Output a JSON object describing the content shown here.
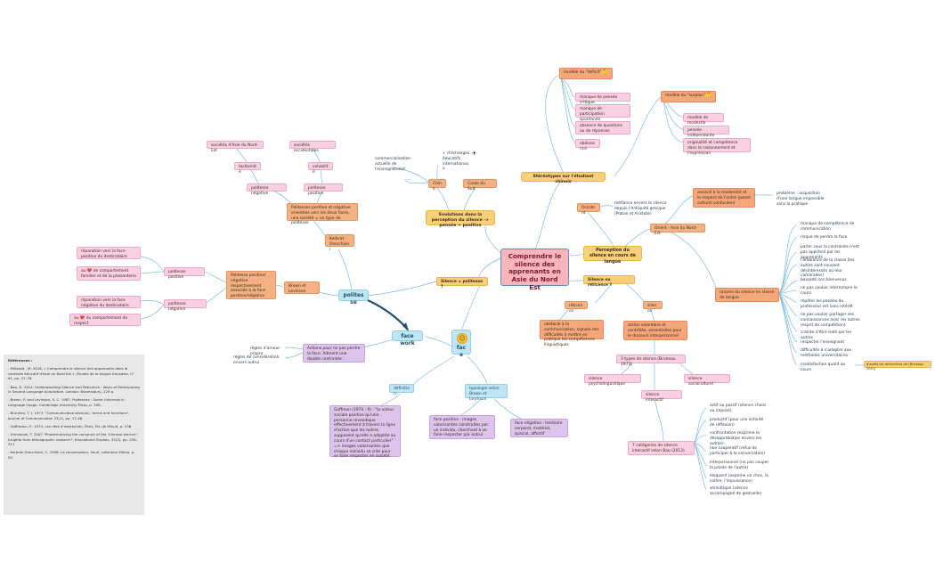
{
  "center": "Comprendre le silence des apprenants en Asie du Nord Est",
  "stereo": {
    "hub": "Stéréotypes sur l'étudiant chinois",
    "deficit": "modèle du \"déficit\"",
    "deficit_items": [
      "manque de pensée critique",
      "manque de participation spontanée",
      "absence de questions ou de réponses",
      "obéissance"
    ],
    "surplus": "modèle du \"surplus\"",
    "surplus_items": [
      "modèle de modestie",
      "pensée indépendante",
      "originalité et compétence dans le raisonnement et l'expression"
    ]
  },
  "evol": {
    "hub": "Evolutions dans la perception du silence -> pensée + positive",
    "china": "Chine",
    "korea": "Corée du Sud",
    "comm": "commercialisation actuelle de l'enseignement",
    "exch": "+ d'échanges éducatifs internationaux",
    "small": "\"\"\"\"\"\""
  },
  "perception": {
    "hub": "Perception du silence en cours de langue",
    "occident": "Occident",
    "occident_note": "méfiance envers le silence depuis l'Antiquité grecque (Platon et Aristote)",
    "orient": "Orient - Asie du Nord-Est",
    "modernite": "associé à la modernité et le respect de l'ordre (passé culturel confucéen)",
    "probleme": "problème : acquisition d'une langue impossible sans la pratique",
    "raisons_hub": "raisons du silence en classe de langue",
    "raisons": [
      "manque de compétence de communication",
      "risque de perdre la face",
      "parler sous la contrainte n'est pas apprécié par les apprenants",
      "l'ambiance de la classe (les autres sont souvent désintéressés ou leur camarades)",
      "bavardé non bienvenus",
      "ne pas vouloir interrompre le cours",
      "répéter les paroles du professeur est sans intérêt",
      "ne pas vouloir partager ses connaissances avec les autres (esprit de compétition)",
      "crainte d'être isolé par les autres",
      "respecter l'enseignant",
      "difficultés à s'adapter aux méthodes universitaires",
      "insatisfaction quant au cours"
    ],
    "enquete": "d'après les recherches de (Brinsbau 2007)"
  },
  "silence": {
    "hub": "Silence = politesse ?",
    "reticence_hub": "Silence ou réticence ?",
    "reticence": "réticence",
    "silence": "silence",
    "obstacle": "obstacle à la communication, signale des difficultés à mettre en pratique les compétences linguistiques",
    "action": "action volontaire et contrôlée, essentielles pour le discours interpersonnel",
    "types3": "3 types de silence (Bruneau 1973)",
    "psycho": "silence psycholinguistique",
    "interactif": "silence interactif",
    "socio": "silence socioculturel",
    "cat7": "7 catégories de silence interactif selon Bao (2013)",
    "categories": [
      "actif ou passif (silence choisi ou imposé)",
      "productif (pour une activité de réflexion)",
      "confrontation (exprime la désapprobation envers les autres)",
      "non coopératif (refus de participer à la conversation)",
      "interpersonnel (ne pas couper la parole de l'autre)",
      "éloquent (exprime un choc, la colère, l'impuissance)",
      "sémiotique (silence accompagné de gestuelle)"
    ]
  },
  "politesse": {
    "hub": "politesse",
    "brown": "Brown et Levinson",
    "kerbrat": "Kerbrat - Orecchioni",
    "pos_neg": "Politesse positive/ négative respectivement associée à la face positive/négative",
    "orientees": "Politesses positive et négative orientées vers les deux faces, une société = un type de politesse",
    "pos_label": "politesse positive",
    "neg_label": "politesse négative",
    "pos_items": [
      "réparation vers la face positive du destinataire",
      "au ❤️ de comportement familier et de la plaisanterie"
    ],
    "neg_items": [
      "réparation vers la face négative du destinataire",
      "au ❤️ du comportement de respect"
    ],
    "societes_asie": "sociétés d'Asie du Nord-Est",
    "taciturnite": "taciturnité",
    "pol_neg": "politesse négative",
    "societes_occ": "sociétés occidentales",
    "volubilite": "volubilité",
    "pol_pos": "politesse positive"
  },
  "face": {
    "hub": "face",
    "facework": "face work",
    "actions": "Actions pour ne pas perdre la face. Adment une double contrainte :",
    "regles1": "règles d'amour-propre",
    "regles2": "règles de considération envers autrui",
    "definition": "définition",
    "def_text": "Goffman (1974 : 9) : \"la valeur sociale positive qu'une personne revendique effectivement à travers la ligne d'action que les autres supposent qu'elle a adoptée au cours d'un contact particulier\" => images valorisantes que chaque individu se crée pour se faire respecter en société.",
    "typologie": "typologie selon Brown et Levinson",
    "face_pos": "face positive : images valorisantes construites par un individu, cherchant à se faire respecter par autrui",
    "face_neg": "face négative : territoire corporel, matériel, spacial, affectif"
  },
  "refs": {
    "title": "Références :",
    "items": [
      ". Millasad , M. 2018, « Comprendre le silence des apprenants dans le contexte éducatif d'Asie du Nord Est », Études de la langue française, n° 61, pp. 57-78.",
      ". Bao, D. 2014. Understanding Silence and Reticence : Ways of Participating in Second Language Acquisition. London: Bloomsbury, 229 p.",
      ". Brown, P. and Levinson, S. C. 1987. Politeness : Some Universal in Language Usage. Cambridge University Press, p. 358.",
      ". Bruneau, T. J. 1973. \"Communicative silences : forms and functions\", Journal of Communication 23(1), pp. 17-46.",
      ". Goffmann, E. 1974. Les rites d'interaction, Paris, Ed. de Minuit, p. 236",
      ". Grimshaw, T. 2007 \"Problematizing the construct of the 'Chinese learner': insights from ethnographic research\", Educational Studies, 33(3), pp. 299-311",
      ". Kerbrat-Orecchioni, C. 1996. La conversation, Seuil, collection Mémo, p. 92."
    ]
  },
  "colors": {
    "link": "#6aaed6",
    "dark_link": "#1f4e79"
  },
  "icons": [
    "thinking-face-icon",
    "thinking-face-icon",
    "airplane-icon",
    "smiling-face-icon",
    "heart-icon"
  ]
}
